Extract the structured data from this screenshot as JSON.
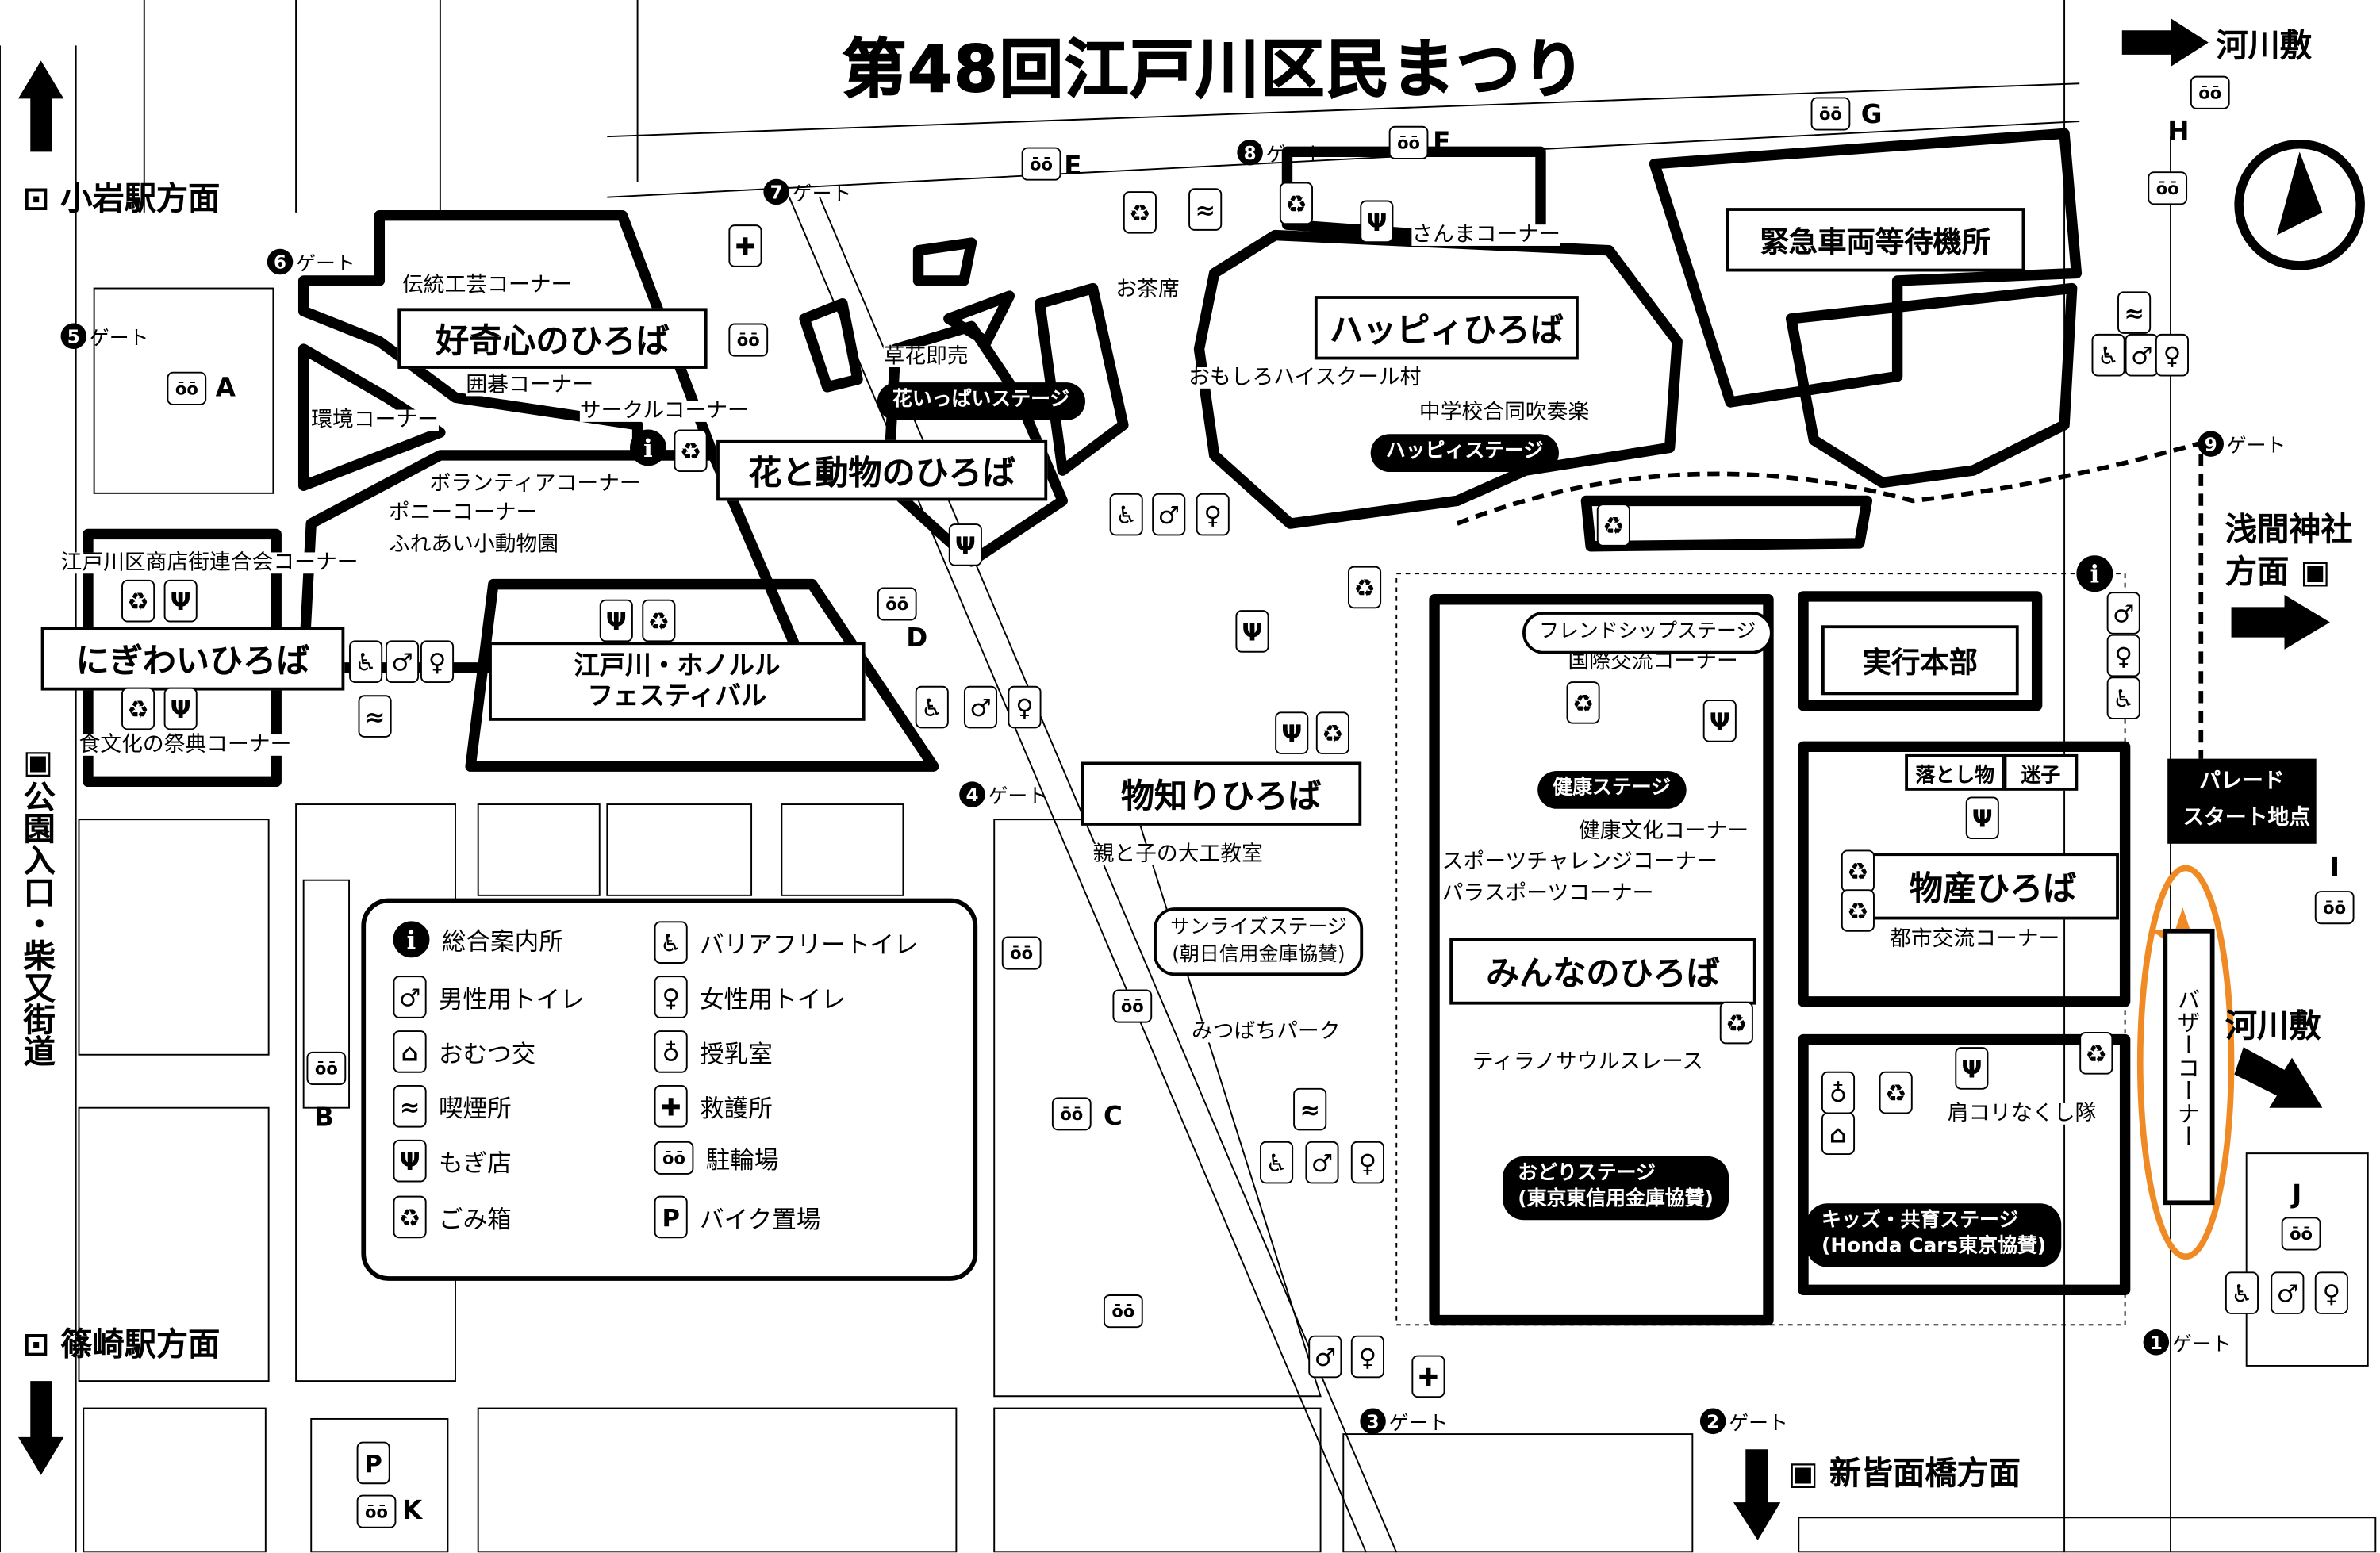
{
  "title": "第48回江戸川区民まつり",
  "directions": {
    "top_right": "河川敷",
    "koiwa": "小岩駅方面",
    "park_entrance": "公園入口・柴又街道",
    "shinozaki": "篠崎駅方面",
    "shinkaimen": "新皆面橋方面",
    "sengen_line1": "浅間神社",
    "sengen_line2": "方面",
    "right_riverbed": "河川敷"
  },
  "plazas": {
    "kokishin": "好奇心のひろば",
    "hana_dobutsu": "花と動物のひろば",
    "nigiwai": "にぎわいひろば",
    "honolulu_line1": "江戸川・ホノルル",
    "honolulu_line2": "フェスティバル",
    "happy": "ハッピィひろば",
    "kinkyu": "緊急車両等待機所",
    "monoshiri": "物知りひろば",
    "jikko": "実行本部",
    "bussan": "物産ひろば",
    "minna": "みんなのひろば"
  },
  "corners": {
    "dento": "伝統工芸コーナー",
    "igo": "囲碁コーナー",
    "kankyo": "環境コーナー",
    "circle": "サークルコーナー",
    "volunteer": "ボランティアコーナー",
    "pony": "ポニーコーナー",
    "fureai": "ふれあい小動物園",
    "shotengai": "江戸川区商店街連合会コーナー",
    "shokubunka": "食文化の祭典コーナー",
    "kusabana": "草花即売",
    "ochaseki": "お茶席",
    "sanma": "さんまコーナー",
    "omoshiro": "おもしろハイスクール村",
    "chugakko": "中学校合同吹奏楽",
    "kokusai": "国際交流コーナー",
    "kenko_bunka": "健康文化コーナー",
    "sports": "スポーツチャレンジコーナー",
    "para": "パラスポーツコーナー",
    "tirano": "ティラノサウルスレース",
    "toshi": "都市交流コーナー",
    "katakori": "肩コリなくし隊",
    "oyako": "親と子の大工教室",
    "mitsubachi": "みつばちパーク",
    "otoshimono": "落とし物",
    "maigo": "迷子",
    "bazaar": "バザーコーナー"
  },
  "stages": {
    "hanaippai": "花いっぱいステージ",
    "happy": "ハッピィステージ",
    "kenko": "健康ステージ",
    "odori_line1": "おどりステージ",
    "odori_line2": "(東京東信用金庫協賛)",
    "kids_line1": "キッズ・共育ステージ",
    "kids_line2": "(Honda Cars東京協賛)",
    "friendship": "フレンドシップステージ",
    "sunrise_line1": "サンライズステージ",
    "sunrise_line2": "(朝日信用金庫協賛)"
  },
  "parade": {
    "line1": "パレード",
    "line2": "スタート地点"
  },
  "gate_label": "ゲート",
  "gates": [
    "1",
    "2",
    "3",
    "4",
    "5",
    "6",
    "7",
    "8",
    "9"
  ],
  "bike_areas": [
    "A",
    "B",
    "C",
    "D",
    "E",
    "F",
    "G",
    "H",
    "I",
    "J",
    "K"
  ],
  "legend": [
    {
      "icon": "info",
      "label": "総合案内所"
    },
    {
      "icon": "men",
      "label": "男性用トイレ"
    },
    {
      "icon": "diaper",
      "label": "おむつ交"
    },
    {
      "icon": "smoke",
      "label": "喫煙所"
    },
    {
      "icon": "food",
      "label": "もぎ店"
    },
    {
      "icon": "trash",
      "label": "ごみ箱"
    },
    {
      "icon": "wheel",
      "label": "バリアフリートイレ"
    },
    {
      "icon": "women",
      "label": "女性用トイレ"
    },
    {
      "icon": "milk",
      "label": "授乳室"
    },
    {
      "icon": "aid",
      "label": "救護所"
    },
    {
      "icon": "bike",
      "label": "駐輪場"
    },
    {
      "icon": "park",
      "label": "バイク置場"
    }
  ],
  "colors": {
    "accent": "#f08a24",
    "ink": "#000000"
  }
}
